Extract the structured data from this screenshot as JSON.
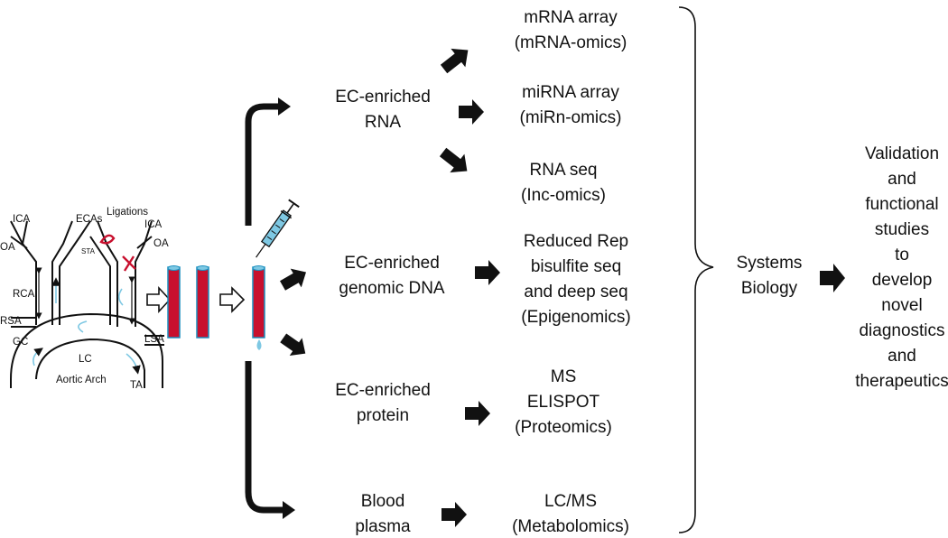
{
  "schematic": {
    "ica": "ICA",
    "ecas": "ECAs",
    "ligations": "Ligations",
    "oa": "OA",
    "sta": "STA",
    "rca": "RCA",
    "rsa": "RSA",
    "gc": "GC",
    "lsa": "LSA",
    "lc": "LC",
    "aortic_arch": "Aortic Arch",
    "ta": "TA"
  },
  "samples": {
    "rna": [
      "EC-enriched",
      "RNA"
    ],
    "dna": [
      "EC-enriched",
      "genomic DNA"
    ],
    "protein": [
      "EC-enriched",
      "protein"
    ],
    "plasma": [
      "Blood",
      "plasma"
    ]
  },
  "omics": {
    "mrna": [
      "mRNA array",
      "(mRNA-omics)"
    ],
    "mirna": [
      "miRNA array",
      "(miRn-omics)"
    ],
    "rnaseq": [
      "RNA seq",
      "(Inc-omics)"
    ],
    "epi": [
      "Reduced Rep",
      "bisulfite seq",
      "and deep seq",
      "(Epigenomics)"
    ],
    "prot": [
      "MS",
      "ELISPOT",
      "(Proteomics)"
    ],
    "metab": [
      "LC/MS",
      "(Metabolomics)"
    ]
  },
  "systems": [
    "Systems",
    "Biology"
  ],
  "validation": [
    "Validation",
    "and",
    "functional",
    "studies",
    "to",
    "develop",
    "novel",
    "diagnostics",
    "and",
    "therapeutics"
  ],
  "colors": {
    "vessel_red": "#c8102e",
    "flow_blue": "#7ec8e3",
    "outline_blue": "#1a8fbf",
    "ink": "#111111"
  },
  "icons": [
    "syringe-icon"
  ]
}
